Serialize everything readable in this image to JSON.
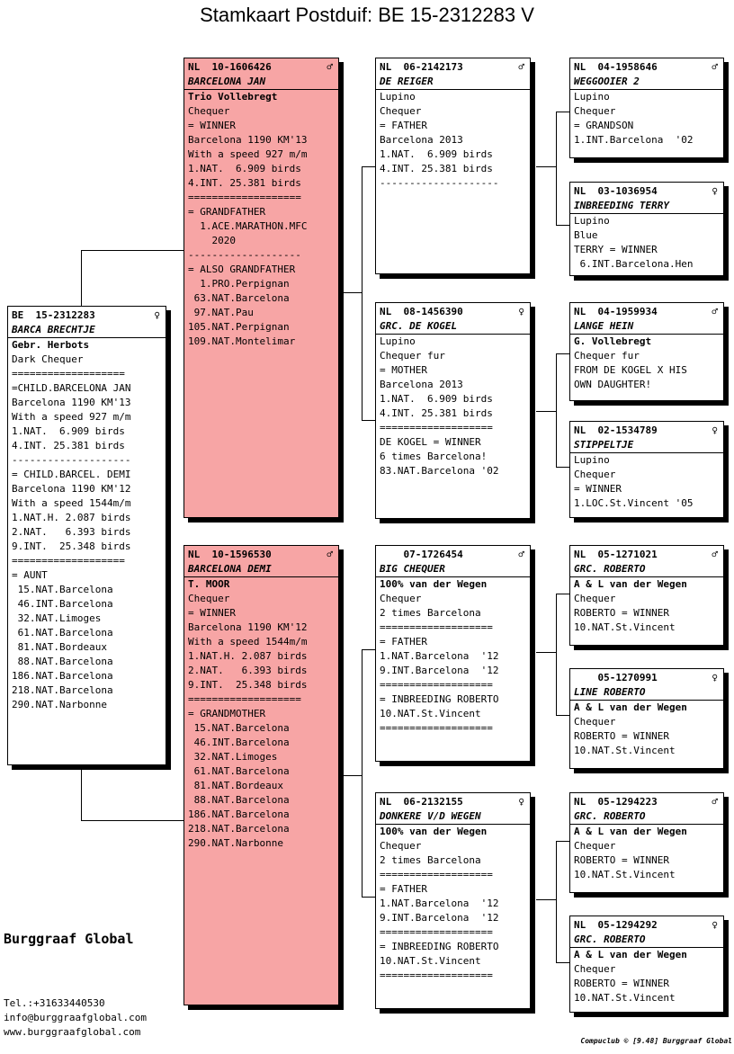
{
  "title": "Stamkaart Postduif: BE  15-2312283 V",
  "cards": {
    "main": {
      "ring": "BE  15-2312283",
      "sex": "♀",
      "name": "BARCA BRECHTJE",
      "owner": "Gebr. Herbots",
      "lines": [
        "Dark Chequer",
        "===================",
        "=CHILD.BARCELONA JAN",
        "Barcelona 1190 KM'13",
        "With a speed 927 m/m",
        "1.NAT.  6.909 birds",
        "4.INT. 25.381 birds",
        "--------------------",
        "= CHILD.BARCEL. DEMI",
        "Barcelona 1190 KM'12",
        "With a speed 1544m/m",
        "1.NAT.H. 2.087 birds",
        "2.NAT.   6.393 birds",
        "9.INT.  25.348 birds",
        "===================",
        "= AUNT",
        " 15.NAT.Barcelona",
        " 46.INT.Barcelona",
        " 32.NAT.Limoges",
        " 61.NAT.Barcelona",
        " 81.NAT.Bordeaux",
        " 88.NAT.Barcelona",
        "186.NAT.Barcelona",
        "218.NAT.Barcelona",
        "290.NAT.Narbonne"
      ]
    },
    "father": {
      "ring": "NL  10-1606426",
      "sex": "♂",
      "name": "BARCELONA JAN",
      "owner": "Trio Vollebregt",
      "lines": [
        "Chequer",
        "= WINNER",
        "Barcelona 1190 KM'13",
        "With a speed 927 m/m",
        "1.NAT.  6.909 birds",
        "4.INT. 25.381 birds",
        "===================",
        "= GRANDFATHER",
        "  1.ACE.MARATHON.MFC",
        "    2020",
        "-------------------",
        "= ALSO GRANDFATHER",
        "  1.PRO.Perpignan",
        " 63.NAT.Barcelona",
        " 97.NAT.Pau",
        "105.NAT.Perpignan",
        "109.NAT.Montelimar"
      ]
    },
    "mother": {
      "ring": "NL  10-1596530",
      "sex": "♂",
      "name": "BARCELONA DEMI",
      "owner": "T. MOOR",
      "lines": [
        "Chequer",
        "= WINNER",
        "Barcelona 1190 KM'12",
        "With a speed 1544m/m",
        "1.NAT.H. 2.087 birds",
        "2.NAT.   6.393 birds",
        "9.INT.  25.348 birds",
        "===================",
        "= GRANDMOTHER",
        " 15.NAT.Barcelona",
        " 46.INT.Barcelona",
        " 32.NAT.Limoges",
        " 61.NAT.Barcelona",
        " 81.NAT.Bordeaux",
        " 88.NAT.Barcelona",
        "186.NAT.Barcelona",
        "218.NAT.Barcelona",
        "290.NAT.Narbonne"
      ]
    },
    "ff": {
      "ring": "NL  06-2142173",
      "sex": "♂",
      "name": "DE REIGER",
      "owner": "",
      "lines": [
        "Lupino",
        "Chequer",
        "= FATHER",
        "Barcelona 2013",
        "1.NAT.  6.909 birds",
        "4.INT. 25.381 birds",
        "--------------------"
      ]
    },
    "fm": {
      "ring": "NL  08-1456390",
      "sex": "♀",
      "name": "GRC. DE KOGEL",
      "owner": "",
      "lines": [
        "Lupino",
        "Chequer fur",
        "= MOTHER",
        "Barcelona 2013",
        "1.NAT.  6.909 birds",
        "4.INT. 25.381 birds",
        "===================",
        "DE KOGEL = WINNER",
        "6 times Barcelona!",
        "83.NAT.Barcelona '02"
      ]
    },
    "mf": {
      "ring": "    07-1726454",
      "sex": "♂",
      "name": "BIG CHEQUER",
      "owner": "100% van der Wegen",
      "lines": [
        "Chequer",
        "2 times Barcelona",
        "===================",
        "= FATHER",
        "1.NAT.Barcelona  '12",
        "9.INT.Barcelona  '12",
        "===================",
        "= INBREEDING ROBERTO",
        "10.NAT.St.Vincent",
        "==================="
      ]
    },
    "mm": {
      "ring": "NL  06-2132155",
      "sex": "♀",
      "name": "DONKERE V/D WEGEN",
      "owner": "100% van der Wegen",
      "lines": [
        "Chequer",
        "2 times Barcelona",
        "===================",
        "= FATHER",
        "1.NAT.Barcelona  '12",
        "9.INT.Barcelona  '12",
        "===================",
        "= INBREEDING ROBERTO",
        "10.NAT.St.Vincent",
        "==================="
      ]
    },
    "fff": {
      "ring": "NL  04-1958646",
      "sex": "♂",
      "name": "WEGGOOIER 2",
      "owner": "",
      "lines": [
        "Lupino",
        "Chequer",
        "= GRANDSON",
        "1.INT.Barcelona  '02"
      ]
    },
    "ffm": {
      "ring": "NL  03-1036954",
      "sex": "♀",
      "name": "INBREEDING TERRY",
      "owner": "",
      "lines": [
        "Lupino",
        "Blue",
        "TERRY = WINNER",
        " 6.INT.Barcelona.Hen"
      ]
    },
    "fmf": {
      "ring": "NL  04-1959934",
      "sex": "♂",
      "name": "LANGE HEIN",
      "owner": "G. Vollebregt",
      "lines": [
        "Chequer fur",
        "FROM DE KOGEL X HIS",
        "OWN DAUGHTER!"
      ]
    },
    "fmm": {
      "ring": "NL  02-1534789",
      "sex": "♀",
      "name": "STIPPELTJE",
      "owner": "",
      "lines": [
        "Lupino",
        "Chequer",
        "= WINNER",
        "1.LOC.St.Vincent '05"
      ]
    },
    "mff": {
      "ring": "NL  05-1271021",
      "sex": "♂",
      "name": "GRC. ROBERTO",
      "owner": "A & L van der Wegen",
      "lines": [
        "Chequer",
        "ROBERTO = WINNER",
        "10.NAT.St.Vincent"
      ]
    },
    "mfm": {
      "ring": "    05-1270991",
      "sex": "♀",
      "name": "LINE ROBERTO",
      "owner": "A & L van der Wegen",
      "lines": [
        "Chequer",
        "ROBERTO = WINNER",
        "10.NAT.St.Vincent"
      ]
    },
    "mmf": {
      "ring": "NL  05-1294223",
      "sex": "♂",
      "name": "GRC. ROBERTO",
      "owner": "A & L van der Wegen",
      "lines": [
        "Chequer",
        "ROBERTO = WINNER",
        "10.NAT.St.Vincent"
      ]
    },
    "mmm": {
      "ring": "NL  05-1294292",
      "sex": "♀",
      "name": "GRC. ROBERTO",
      "owner": "A & L van der Wegen",
      "lines": [
        "Chequer",
        "ROBERTO = WINNER",
        "10.NAT.St.Vincent"
      ]
    }
  },
  "brand": "Burggraaf Global",
  "contact": [
    "Tel.:+31633440530",
    "info@burggraafglobal.com",
    "www.burggraafglobal.com"
  ],
  "footer": "Compuclub © [9.48]  Burggraaf Global",
  "colors": {
    "highlight": "#f7a5a5",
    "card": "#ffffff",
    "border": "#000000"
  }
}
